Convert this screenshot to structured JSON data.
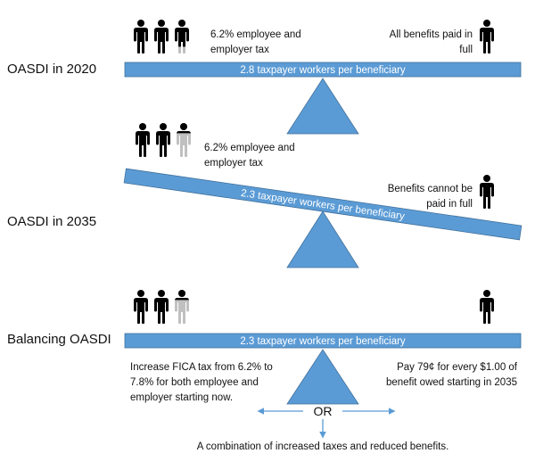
{
  "colors": {
    "beam": "#5B9BD5",
    "beam_border": "#41719C",
    "arrow": "#5B9BD5",
    "person_dark": "#000000",
    "person_light": "#C0C0C0"
  },
  "icons": {
    "person": "person-icon",
    "arrow": "arrow-icon"
  },
  "scenes": [
    {
      "title": "OASDI in 2020",
      "beam_text": "2.8 taxpayer workers per beneficiary",
      "left_text": [
        "6.2% employee and",
        "employer tax"
      ],
      "right_text": [
        "All benefits paid in",
        "full"
      ],
      "workers": [
        {
          "fill": "dark"
        },
        {
          "fill": "dark"
        },
        {
          "fill": "partial",
          "fraction": 0.8
        }
      ],
      "beneficiaries": [
        {
          "fill": "dark"
        }
      ],
      "tilt": "level"
    },
    {
      "title": "OASDI in 2035",
      "beam_text": "2.3 taxpayer workers per beneficiary",
      "left_text": [
        "6.2% employee and",
        "employer tax"
      ],
      "right_text": [
        "Benefits cannot be",
        "paid in full"
      ],
      "workers": [
        {
          "fill": "dark"
        },
        {
          "fill": "dark"
        },
        {
          "fill": "partial",
          "fraction": 0.3
        }
      ],
      "beneficiaries": [
        {
          "fill": "dark"
        }
      ],
      "tilt": "right-down"
    },
    {
      "title": "Balancing OASDI",
      "beam_text": "2.3 taxpayer workers per beneficiary",
      "left_text": [
        "Increase FICA tax from 6.2% to",
        "7.8% for both employee and",
        "employer starting now."
      ],
      "right_text": [
        "Pay 79¢ for every $1.00 of",
        "benefit owed starting in 2035"
      ],
      "workers": [
        {
          "fill": "dark"
        },
        {
          "fill": "dark"
        },
        {
          "fill": "partial",
          "fraction": 0.3
        }
      ],
      "beneficiaries": [
        {
          "fill": "dark"
        }
      ],
      "tilt": "level",
      "or_label": "OR",
      "bottom_text": "A combination of increased taxes and reduced benefits."
    }
  ]
}
